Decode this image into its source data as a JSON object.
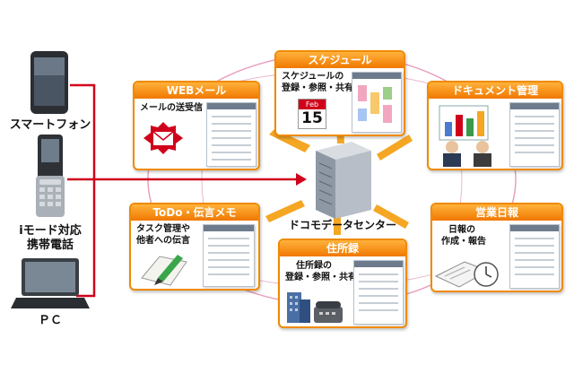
{
  "devices": {
    "smartphone_label": "スマートフォン",
    "imode_label_line1": "iモード対応",
    "imode_label_line2": "携帯電話",
    "pc_label": "ＰＣ"
  },
  "center": {
    "label": "ドコモデータセンター"
  },
  "panels": {
    "webmail": {
      "title": "WEBメール",
      "subtitle": "メールの送受信"
    },
    "schedule": {
      "title": "スケジュール",
      "subtitle_line1": "スケジュールの",
      "subtitle_line2": "登録・参照・共有",
      "calendar_month": "Feb",
      "calendar_day": "15"
    },
    "document": {
      "title": "ドキュメント管理"
    },
    "todo": {
      "title": "ToDo・伝言メモ",
      "subtitle_line1": "タスク管理や",
      "subtitle_line2": "他者への伝言"
    },
    "address": {
      "title": "住所録",
      "subtitle_line1": "住所録の",
      "subtitle_line2": "登録・参照・共有"
    },
    "report": {
      "title": "営業日報",
      "subtitle_line1": "日報の",
      "subtitle_line2": "作成・報告"
    }
  },
  "colors": {
    "accent": "#f08a00",
    "line_red": "#d0021b",
    "ring_pink": "#e8a0c0"
  }
}
